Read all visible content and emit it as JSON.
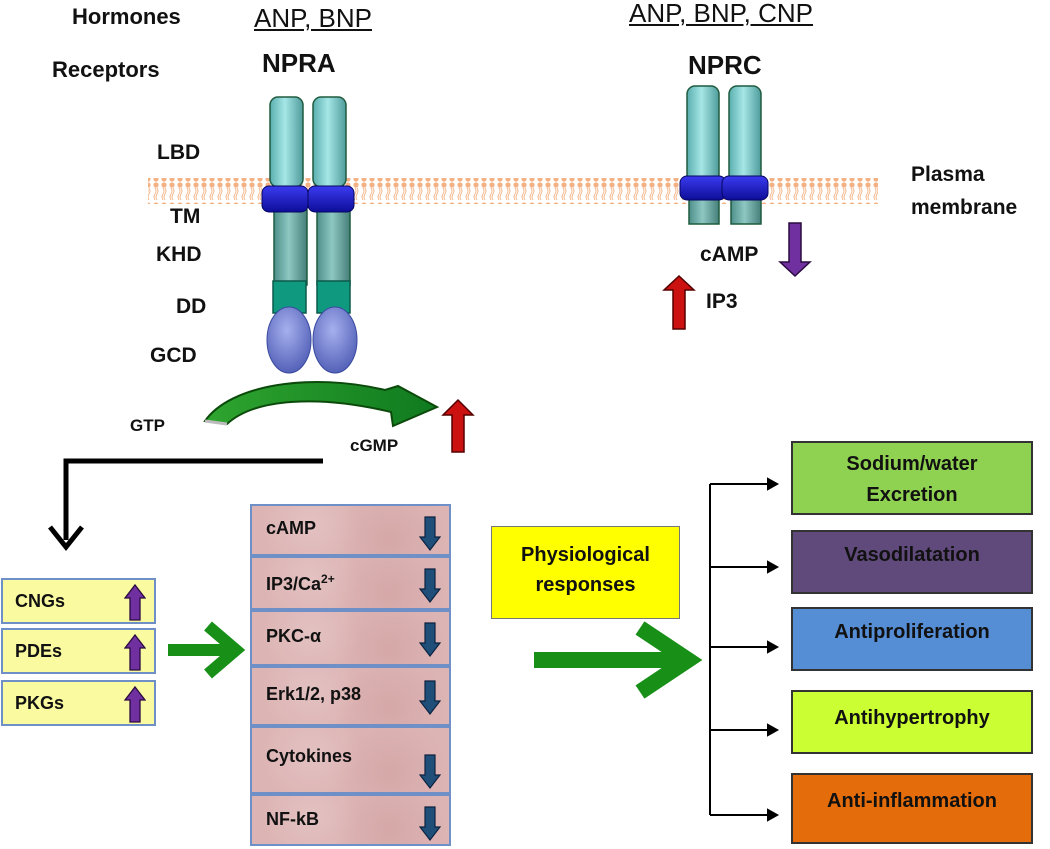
{
  "top_labels": {
    "hormones": "Hormones",
    "receptors": "Receptors",
    "npra_hormones": "ANP, BNP",
    "nprc_hormones": "ANP, BNP, CNP",
    "npra": "NPRA",
    "nprc": "NPRC"
  },
  "domains": {
    "lbd": "LBD",
    "tm": "TM",
    "khd": "KHD",
    "dd": "DD",
    "gcd": "GCD"
  },
  "membrane": {
    "line1": "Plasma",
    "line2": "membrane"
  },
  "nprc_effects": {
    "camp": "cAMP",
    "ip3": "IP3"
  },
  "reaction": {
    "gtp": "GTP",
    "cgmp": "cGMP"
  },
  "effectors": [
    {
      "label": "CNGs",
      "direction": "up"
    },
    {
      "label": "PDEs",
      "direction": "up"
    },
    {
      "label": "PKGs",
      "direction": "up"
    }
  ],
  "pathways": [
    {
      "label": "cAMP",
      "direction": "down"
    },
    {
      "label": "IP3/Ca",
      "sup": "2+",
      "direction": "down"
    },
    {
      "label": "PKC-α",
      "direction": "down"
    },
    {
      "label": "Erk1/2, p38",
      "direction": "down"
    },
    {
      "label": "Cytokines",
      "direction": "down"
    },
    {
      "label": "NF-kB",
      "direction": "down"
    }
  ],
  "physiological": {
    "line1": "Physiological",
    "line2": "responses"
  },
  "responses": [
    {
      "line1": "Sodium/water",
      "line2": "Excretion",
      "color": "#8fd150"
    },
    {
      "line1": "Vasodilatation",
      "color": "#604a7b"
    },
    {
      "line1": "Antiproliferation",
      "color": "#558ed5"
    },
    {
      "line1": "Antihypertrophy",
      "color": "#ccff33"
    },
    {
      "line1": "Anti-inflammation",
      "color": "#e46c0a"
    }
  ],
  "colors": {
    "receptor_teal": "#7ecfcf",
    "transmembrane_blue": "#1a1acc",
    "dimerization_green": "#0f9a80",
    "gc_domain": "#6a78c8",
    "arrow_green": "#189018",
    "up_red": "#cc1111",
    "up_purple": "#7030a0",
    "down_blue": "#1f4e79",
    "membrane": "#f4b183",
    "effector_box": "#fafaa0",
    "pathway_box": "#ddb4b4",
    "physio_box": "#ffff00"
  }
}
